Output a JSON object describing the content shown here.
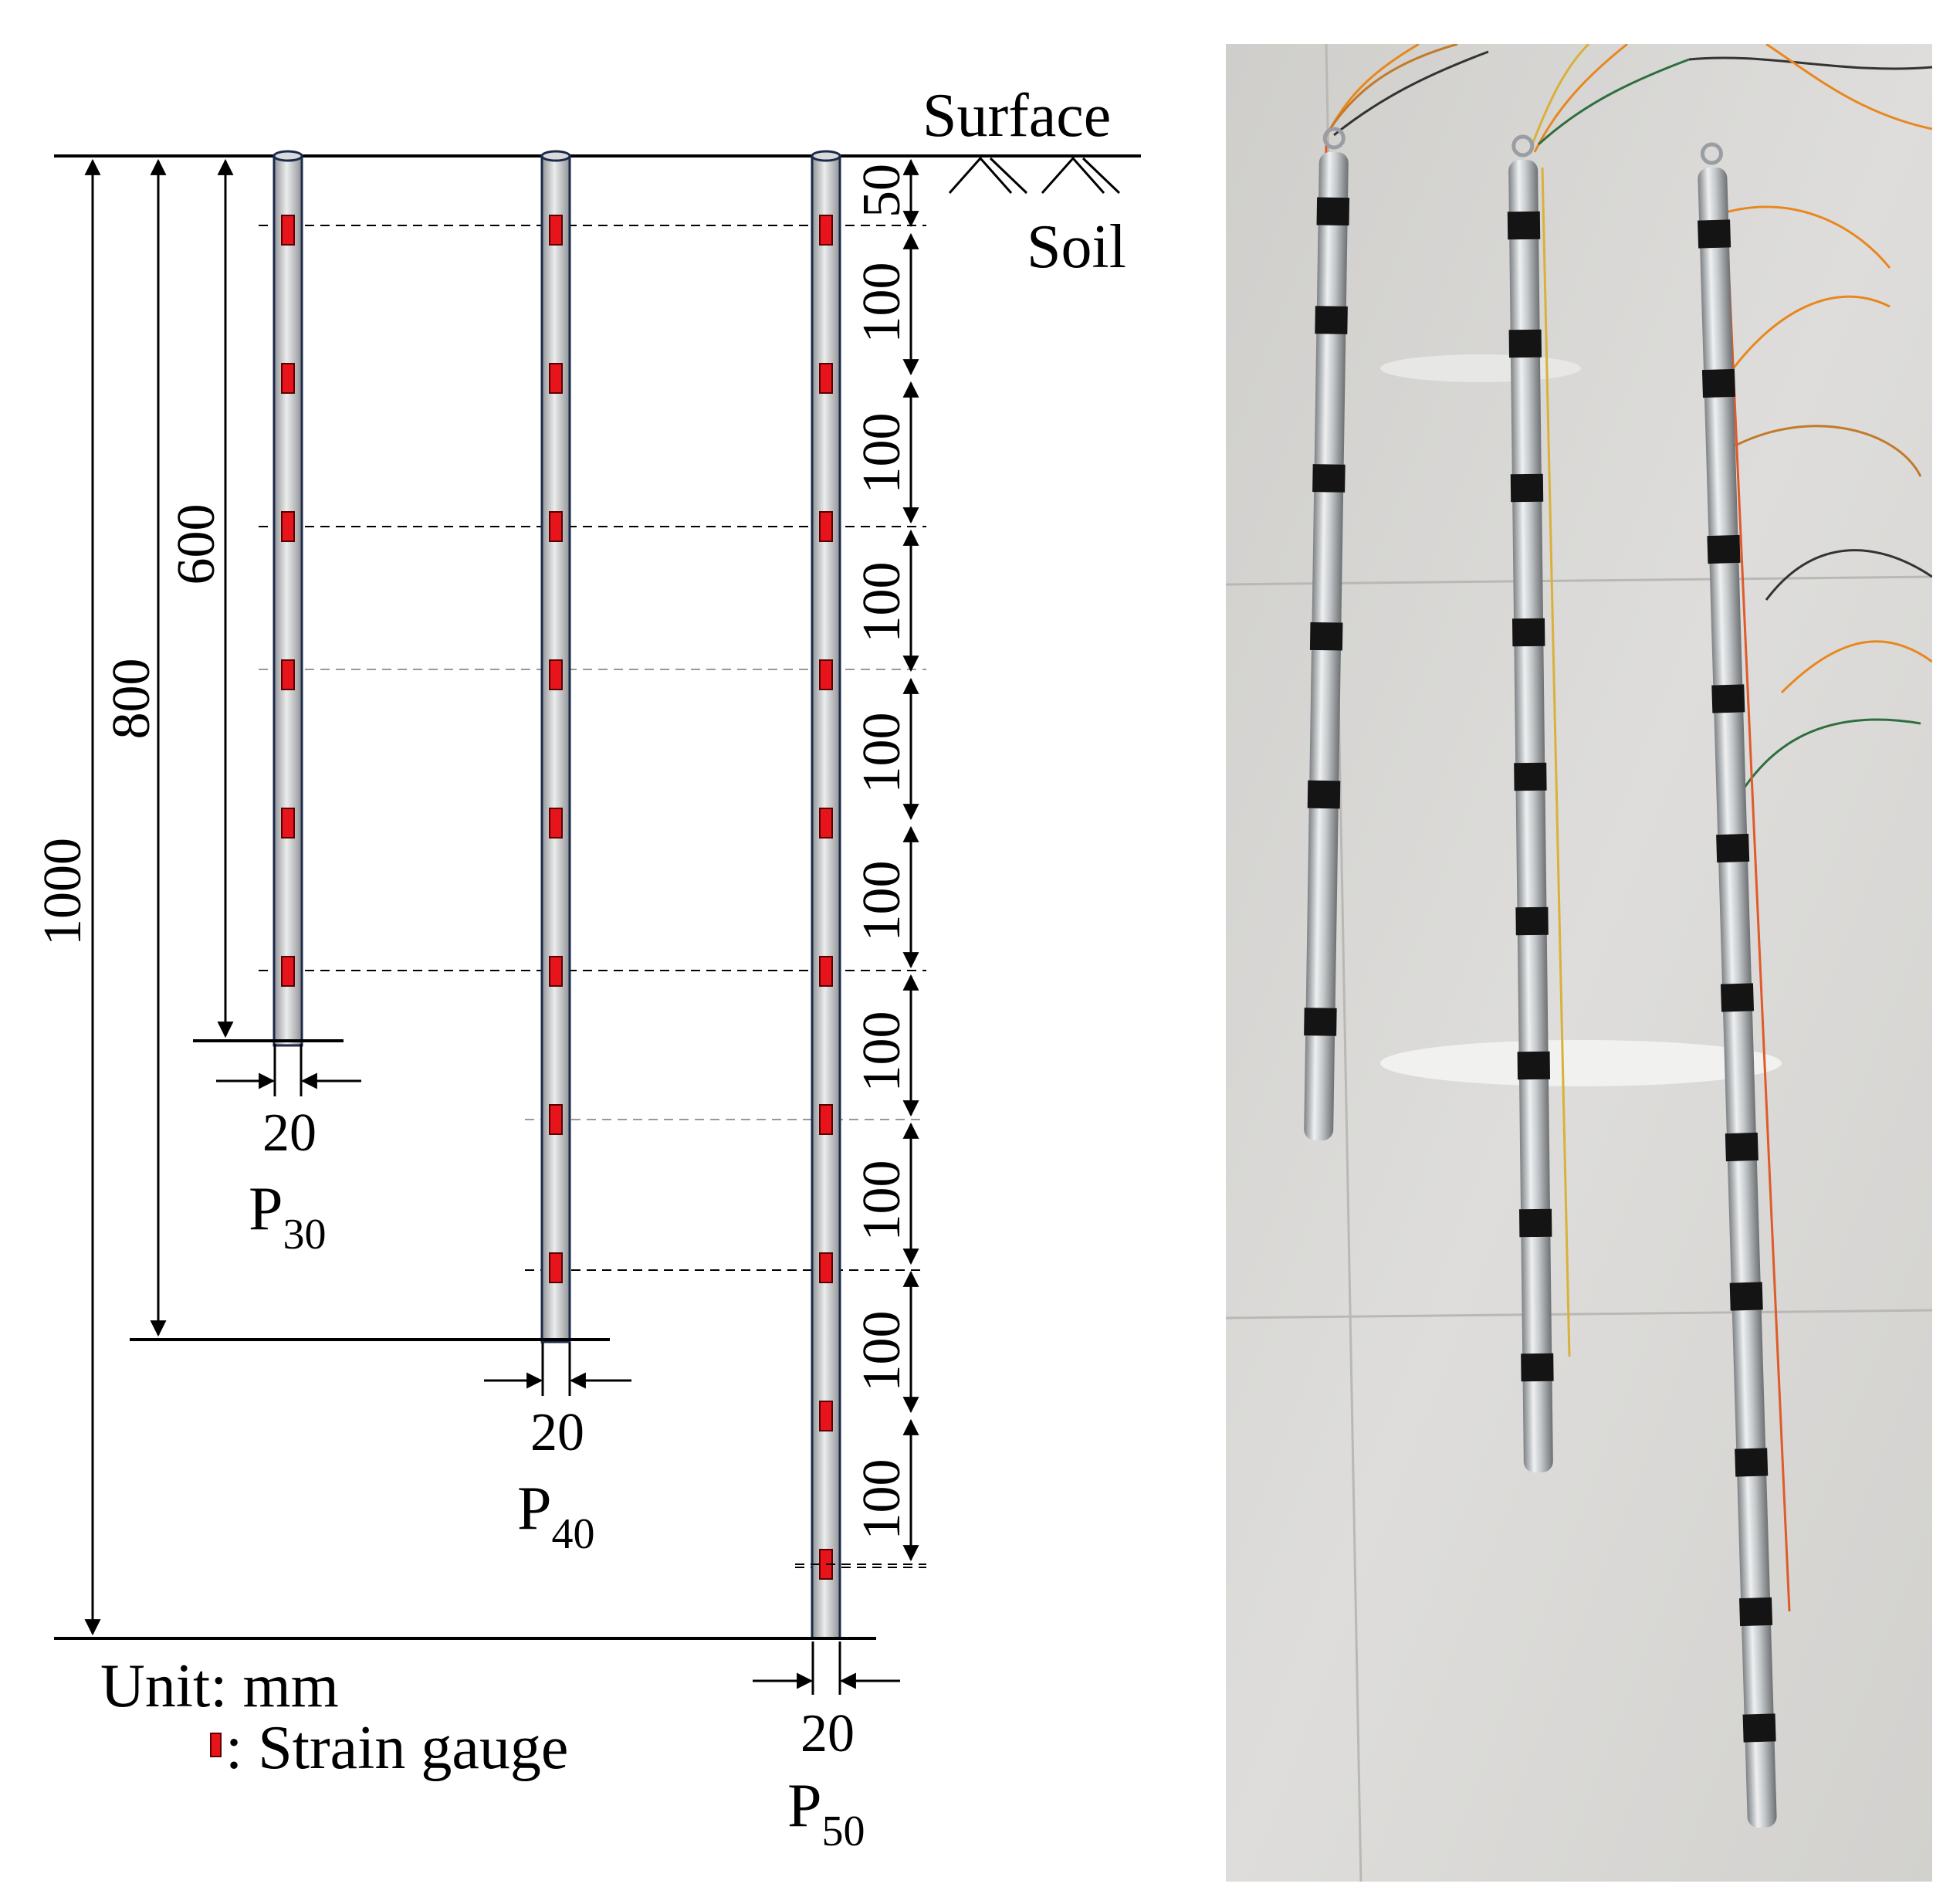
{
  "diagram": {
    "surface_label": "Surface",
    "soil_label": "Soil",
    "unit_label": "Unit: mm",
    "legend_label": ": Strain gauge",
    "depth_dimensions": [
      "1000",
      "800",
      "600"
    ],
    "segment_dimensions": [
      "50",
      "100",
      "100",
      "100",
      "100",
      "100",
      "100",
      "100",
      "100",
      "100"
    ],
    "piles": [
      {
        "id": "p30",
        "name": "P",
        "subscript": "30",
        "diameter": "20",
        "length_mm": 600,
        "gauge_depths_mm": [
          50,
          150,
          250,
          350,
          450,
          550
        ]
      },
      {
        "id": "p40",
        "name": "P",
        "subscript": "40",
        "diameter": "20",
        "length_mm": 800,
        "gauge_depths_mm": [
          50,
          150,
          250,
          350,
          450,
          550,
          650,
          750
        ]
      },
      {
        "id": "p50",
        "name": "P",
        "subscript": "50",
        "diameter": "20",
        "length_mm": 1000,
        "gauge_depths_mm": [
          50,
          150,
          250,
          350,
          450,
          550,
          650,
          750,
          850,
          950
        ]
      }
    ],
    "colors": {
      "gauge": "#e8141b",
      "pile_edge": "#1c2a4a",
      "pile_fill": "#c9cbce"
    }
  },
  "photo": {
    "rod_count": 3,
    "colors": {
      "floor": "#d7d6d3",
      "rod": "#c6c9cc",
      "tape": "#141414",
      "wire": "#e8871e"
    }
  }
}
